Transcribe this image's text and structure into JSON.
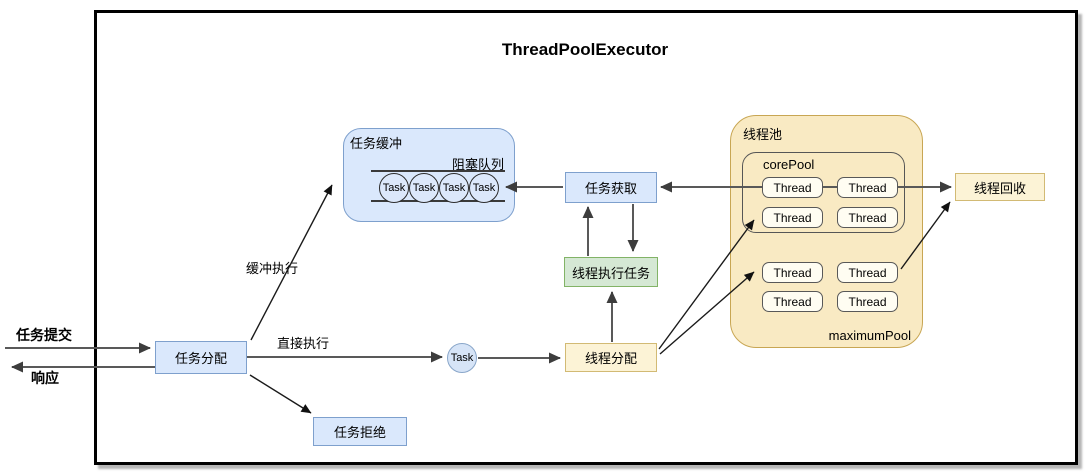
{
  "title": "ThreadPoolExecutor",
  "external": {
    "submit_label": "任务提交",
    "response_label": "响应"
  },
  "nodes": {
    "task_dispatch": "任务分配",
    "task_reject": "任务拒绝",
    "task_buffer": "任务缓冲",
    "blocking_queue": "阻塞队列",
    "task": "Task",
    "task_fetch": "任务获取",
    "thread_execute": "线程执行任务",
    "thread_dispatch": "线程分配",
    "thread_pool": "线程池",
    "core_pool": "corePool",
    "maximum_pool": "maximumPool",
    "thread": "Thread",
    "thread_recycle": "线程回收"
  },
  "edge_labels": {
    "buffered": "缓冲执行",
    "direct": "直接执行"
  },
  "colors": {
    "blue_fill": "#dae8fc",
    "blue_border": "#7ea0cd",
    "green_fill": "#d5e8d4",
    "green_border": "#82b366",
    "yellow_fill": "#fcf3d6",
    "yellow_border": "#d2ba74",
    "pool_fill": "#f9eac3",
    "pool_border": "#c8a653",
    "arrow_gray": "#595959",
    "arrow_black": "#1a1a1a"
  }
}
